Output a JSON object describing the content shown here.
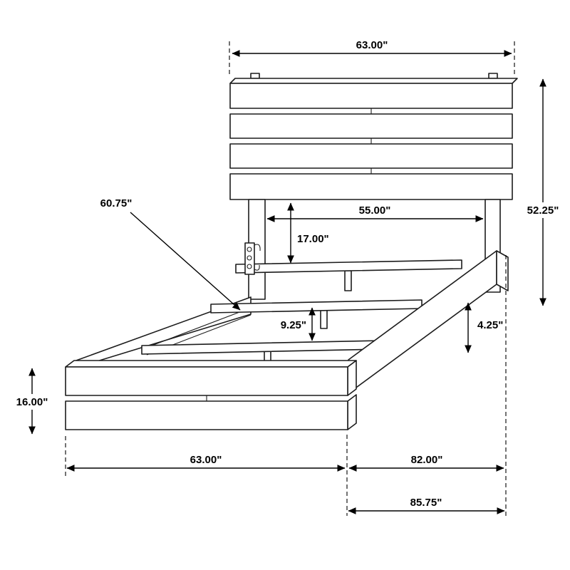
{
  "diagram": {
    "dim_labels": {
      "headboard_width": "63.00\"",
      "overall_height": "52.25\"",
      "inner_width": "55.00\"",
      "headboard_to_slat": "17.00\"",
      "slat_length": "60.75\"",
      "deck_height": "9.25\"",
      "rail_height": "4.25\"",
      "footboard_height": "16.00\"",
      "footboard_width": "63.00\"",
      "frame_length": "82.00\"",
      "overall_length": "85.75\""
    }
  }
}
